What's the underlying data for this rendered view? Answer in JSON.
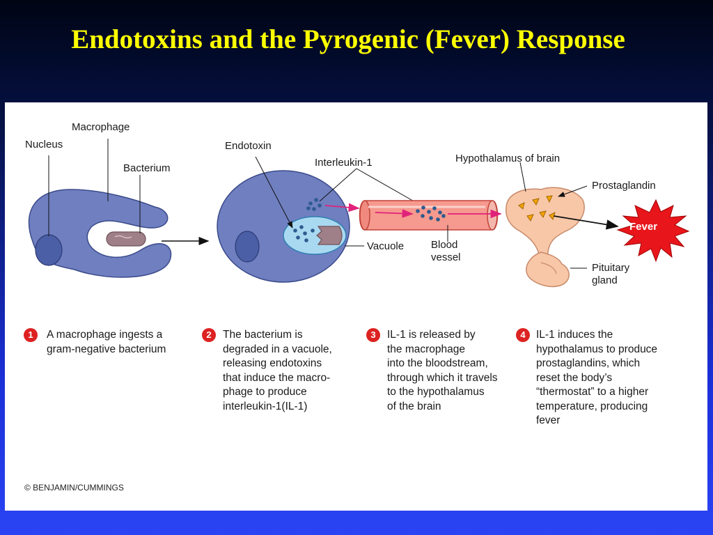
{
  "slide": {
    "title": "Endotoxins and the Pyrogenic (Fever) Response"
  },
  "diagram": {
    "labels": {
      "macrophage": "Macrophage",
      "nucleus": "Nucleus",
      "bacterium": "Bacterium",
      "endotoxin": "Endotoxin",
      "interleukin": "Interleukin-1",
      "vacuole": "Vacuole",
      "blood_vessel": "Blood\nvessel",
      "hypothalamus": "Hypothalamus of brain",
      "prostaglandin": "Prostaglandin",
      "pituitary": "Pituitary\ngland",
      "fever": "Fever"
    },
    "colors": {
      "macrophage": "#6f7fc0",
      "nucleus": "#4a5fa5",
      "bacterium": "#a08088",
      "vacuole": "#a9d9f0",
      "vessel": "#f6998e",
      "brain": "#f8c7a8",
      "fever": "#e8161b",
      "step_badge": "#d22222",
      "arrow_magenta": "#e0227a"
    }
  },
  "steps": [
    {
      "number": "1",
      "text": "A macrophage ingests a\ngram-negative bacterium"
    },
    {
      "number": "2",
      "text": "The bacterium is\ndegraded in a vacuole,\nreleasing endotoxins\nthat induce the macro-\nphage to produce\ninterleukin-1(IL-1)"
    },
    {
      "number": "3",
      "text": "IL-1 is released by\nthe macrophage\ninto the bloodstream,\nthrough which it travels\nto the hypothalamus\nof the brain"
    },
    {
      "number": "4",
      "text": "IL-1 induces the\nhypothalamus to produce\nprostaglandins, which\nreset the body’s\n“thermostat” to a higher\ntemperature, producing\nfever"
    }
  ],
  "copyright": "© BENJAMIN/CUMMINGS"
}
